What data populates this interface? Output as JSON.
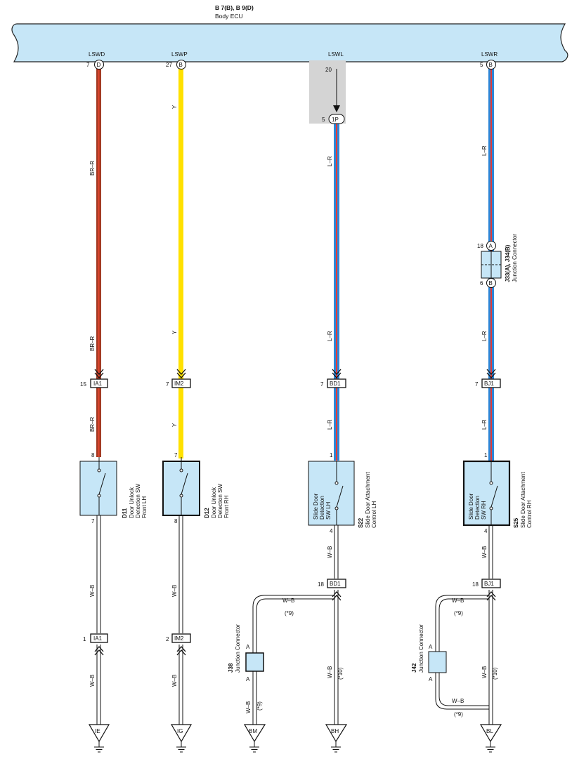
{
  "ecu": {
    "connectors": "B 7(B), B 9(D)",
    "name": "Body ECU",
    "terminals": {
      "lswd": {
        "label": "LSWD",
        "pin": "7",
        "conn": "D"
      },
      "lswp": {
        "label": "LSWP",
        "pin": "27",
        "conn": "B"
      },
      "lswl": {
        "label": "LSWL",
        "pin": "20"
      },
      "lswr": {
        "label": "LSWR",
        "pin": "5",
        "conn": "B"
      }
    }
  },
  "splice_1p": {
    "pin": "5",
    "label": "1P"
  },
  "wires": {
    "br_r": "BR–R",
    "y": "Y",
    "l_r": "L–R",
    "w_b": "W–B",
    "note9": "(*9)",
    "note10": "(*10)"
  },
  "junction_j33": {
    "pin_a": "18",
    "conn_a": "A",
    "pin_b": "6",
    "conn_b": "B",
    "id": "J33(A), J34(B)",
    "name": "Junction Connector"
  },
  "connectors": {
    "ia1_top": {
      "pin": "15",
      "label": "IA1"
    },
    "im2_top": {
      "pin": "7",
      "label": "IM2"
    },
    "bd1_top": {
      "pin": "7",
      "label": "BD1"
    },
    "bj1_top": {
      "pin": "7",
      "label": "BJ1"
    },
    "bd1_bot": {
      "pin": "18",
      "label": "BD1"
    },
    "bj1_bot": {
      "pin": "18",
      "label": "BJ1"
    },
    "ia1_bot": {
      "pin": "1",
      "label": "IA1"
    },
    "im2_bot": {
      "pin": "2",
      "label": "IM2"
    }
  },
  "components": {
    "d11": {
      "id": "D11",
      "line1": "Door Unlock",
      "line2": "Detection SW",
      "line3": "Front LH",
      "pin_in": "8",
      "pin_out": "7"
    },
    "d12": {
      "id": "D12",
      "line1": "Door Unlock",
      "line2": "Detection SW",
      "line3": "Front RH",
      "pin_in": "7",
      "pin_out": "8"
    },
    "s22": {
      "id": "S22",
      "inner1": "Slide Door",
      "inner2": "Detection",
      "inner3": "SW LH",
      "line1": "Slide Door Attachment",
      "line2": "Control LH",
      "pin_in": "1",
      "pin_out": "4"
    },
    "s25": {
      "id": "S25",
      "inner1": "Slide Door",
      "inner2": "Detection",
      "inner3": "SW RH",
      "line1": "Slide Door Attachment",
      "line2": "Control RH",
      "pin_in": "1",
      "pin_out": "4"
    }
  },
  "junction_j38": {
    "id": "J38",
    "name": "Junction Connector",
    "pin_top": "A",
    "pin_bot": "A"
  },
  "junction_j42": {
    "id": "J42",
    "name": "Junction Connector",
    "pin_top": "A",
    "pin_bot": "A"
  },
  "grounds": {
    "ie": "IE",
    "ig": "IG",
    "bm": "BM",
    "bh": "BH",
    "bl": "BL"
  },
  "colors": {
    "ecu_fill": "#c6e6f7",
    "component_fill": "#c6e6f7",
    "br_r_main": "#a33a23",
    "br_r_stripe": "#e1452e",
    "yellow": "#ffe100",
    "blue": "#2e86d6",
    "red_stripe": "#e53935",
    "shade": "#d4d4d4"
  }
}
